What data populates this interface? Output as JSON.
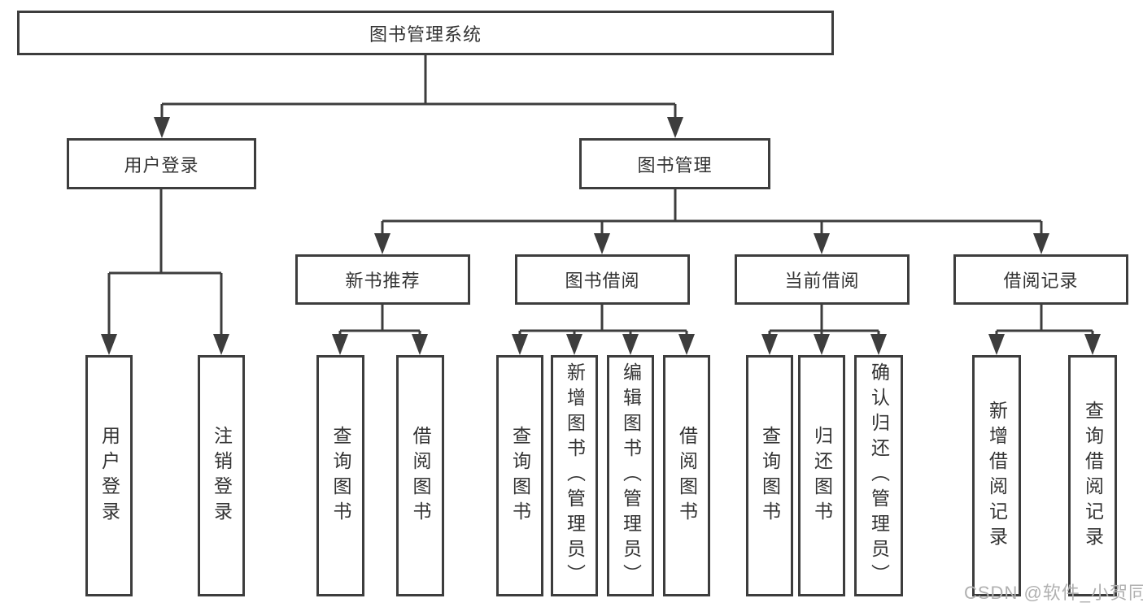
{
  "tree": {
    "root": {
      "label": "图书管理系统"
    },
    "level2": [
      {
        "id": "user-login",
        "label": "用户登录"
      },
      {
        "id": "book-management",
        "label": "图书管理"
      }
    ],
    "level3": [
      {
        "id": "new-book-recommend",
        "label": "新书推荐",
        "parent": "book-management"
      },
      {
        "id": "book-borrowing",
        "label": "图书借阅",
        "parent": "book-management"
      },
      {
        "id": "current-borrowing",
        "label": "当前借阅",
        "parent": "book-management"
      },
      {
        "id": "borrowing-records",
        "label": "借阅记录",
        "parent": "book-management"
      }
    ],
    "leaves": [
      {
        "label": "用户登录",
        "parent": "user-login"
      },
      {
        "label": "注销登录",
        "parent": "user-login"
      },
      {
        "label": "查询图书",
        "parent": "new-book-recommend"
      },
      {
        "label": "借阅图书",
        "parent": "new-book-recommend"
      },
      {
        "label": "查询图书",
        "parent": "book-borrowing"
      },
      {
        "label": "新增图书（管理员）",
        "parent": "book-borrowing"
      },
      {
        "label": "编辑图书（管理员）",
        "parent": "book-borrowing"
      },
      {
        "label": "借阅图书",
        "parent": "book-borrowing"
      },
      {
        "label": "查询图书",
        "parent": "current-borrowing"
      },
      {
        "label": "归还图书",
        "parent": "current-borrowing"
      },
      {
        "label": "确认归还（管理员）",
        "parent": "current-borrowing"
      },
      {
        "label": "新增借阅记录",
        "parent": "borrowing-records"
      },
      {
        "label": "查询借阅记录",
        "parent": "borrowing-records"
      }
    ]
  },
  "watermark": {
    "text": "CSDN @软件_小贺同学"
  },
  "colors": {
    "line": "#3d3d3d",
    "text": "#333333",
    "box_background": "#ffffff",
    "watermark": "#b0b0b0",
    "page_background": "#ffffff"
  }
}
